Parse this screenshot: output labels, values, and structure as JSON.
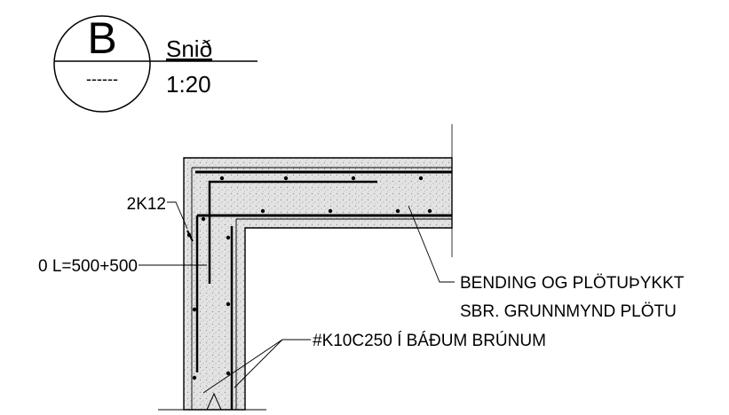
{
  "title_block": {
    "section_letter": "B",
    "ref_sheet": "------",
    "title": "Snið",
    "scale": "1:20"
  },
  "annotations": {
    "top_bars": "2K12",
    "corner_bar": "0 L=500+500",
    "slab_note_line1": "BENDING OG PLÖTUÞYKKT",
    "slab_note_line2": "SBR. GRUNNMYND PLÖTU",
    "wall_mesh": "#K10C250 Í BÁÐUM BRÚNUM"
  },
  "colors": {
    "line": "#000000",
    "concrete_fill": "#e3e3e3",
    "concrete_dots": "#9a9a9a"
  }
}
